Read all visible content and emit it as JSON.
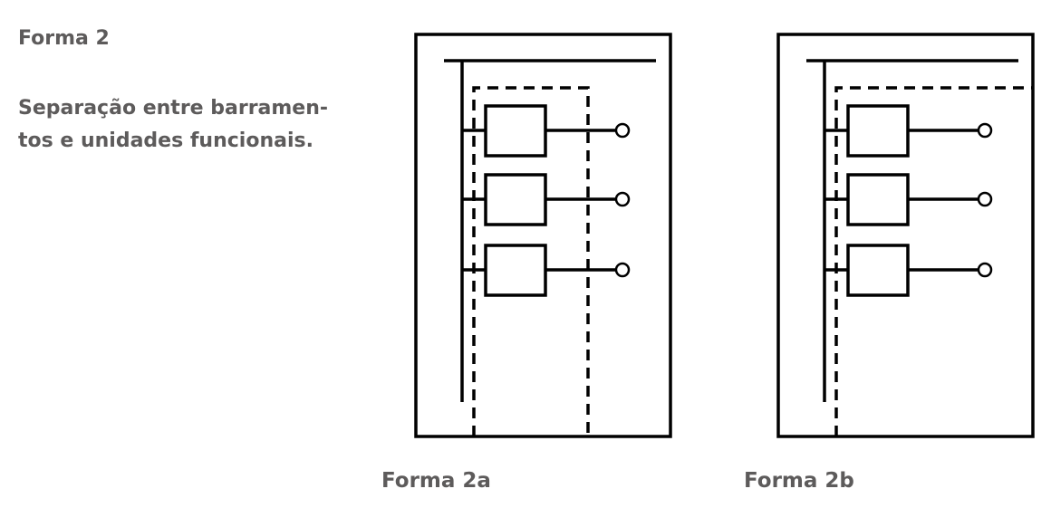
{
  "title": "Forma 2",
  "description_line1": "Separação entre barramen-",
  "description_line2": "tos e unidades funcionais.",
  "diagrams": [
    {
      "caption": "Forma 2a",
      "variant": "a"
    },
    {
      "caption": "Forma 2b",
      "variant": "b"
    }
  ]
}
